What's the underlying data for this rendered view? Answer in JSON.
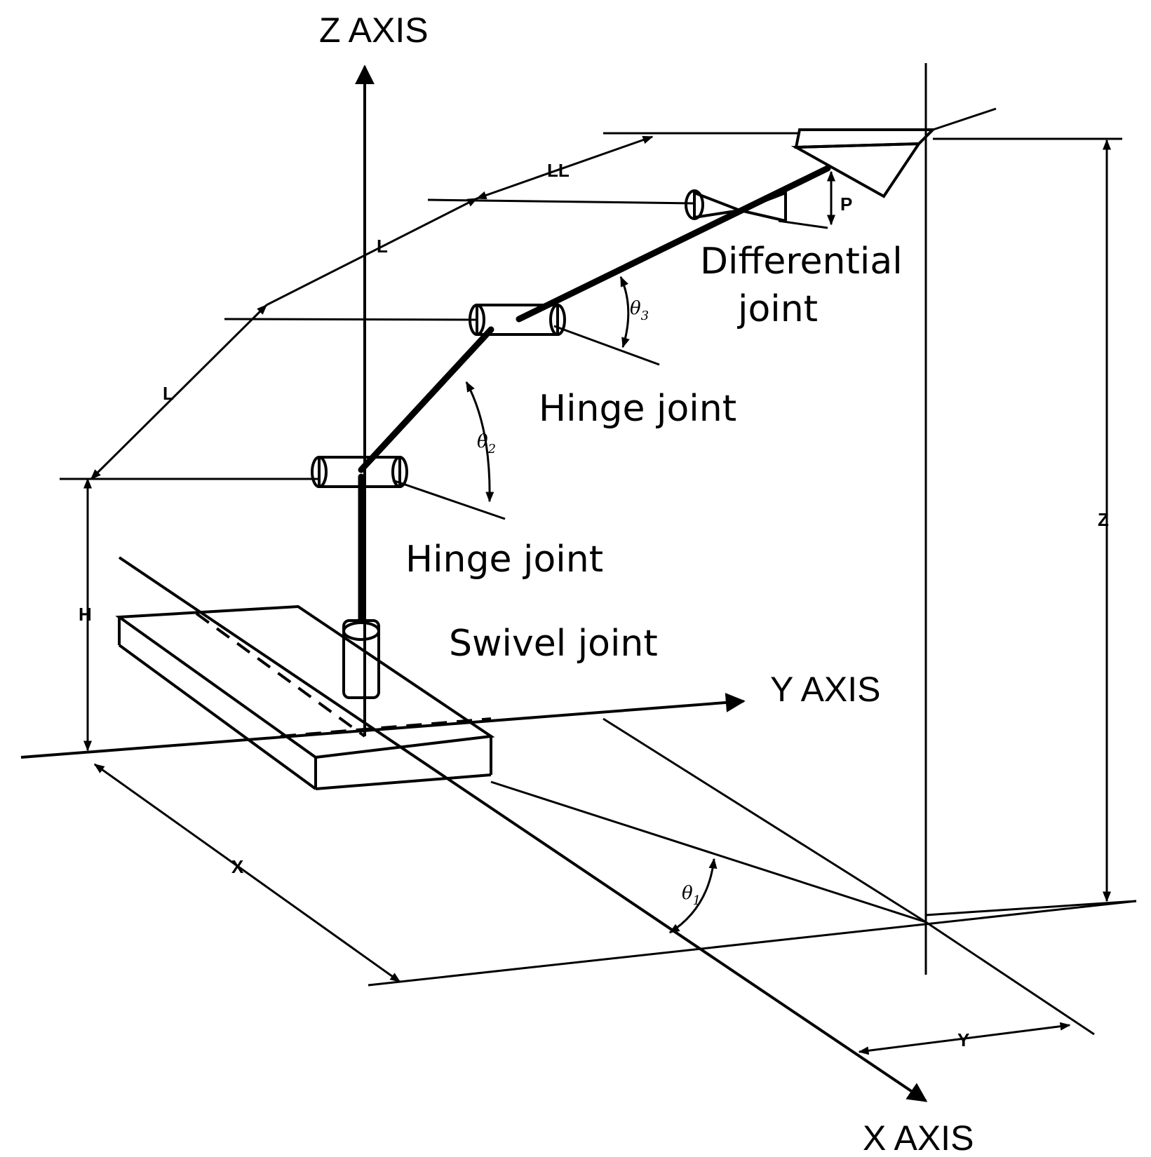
{
  "axes": {
    "z": "Z AXIS",
    "y": "Y AXIS",
    "x": "X AXIS"
  },
  "joints": {
    "differential_line1": "Differential",
    "differential_line2": "joint",
    "hinge_upper": "Hinge joint",
    "hinge_lower": "Hinge joint",
    "swivel": "Swivel joint"
  },
  "dimensions": {
    "ll": "LL",
    "l_upper": "L",
    "l_lower": "L",
    "p": "P",
    "h": "H",
    "z": "Z",
    "x": "X",
    "y": "Y"
  },
  "angles": {
    "theta1": "θ",
    "theta1_sub": "1",
    "theta2": "θ",
    "theta2_sub": "2",
    "theta3": "θ",
    "theta3_sub": "3"
  }
}
